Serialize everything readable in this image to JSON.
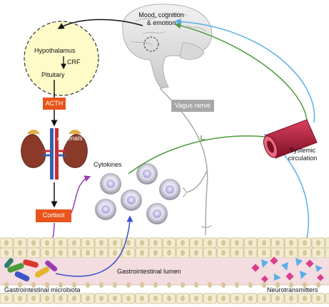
{
  "labels": {
    "brain": "Mood, cognition\n& emotion",
    "hypothalamus": "Hypothalamus",
    "crf": "CRF",
    "pituitary": "Pituitary",
    "acth": "ACTH",
    "adrenals": "Adrenals",
    "cortisol": "Cortisol",
    "cytokines": "Cytokines",
    "vagus_nerve": "Vagus nerve",
    "systemic_circulation": "Systemic\ncirculation",
    "gi_lumen": "Gastrointestinal lumen",
    "gi_microbiota": "Gastrointestinal microbiota",
    "neurotransmitters": "Neurotransmitters"
  },
  "colors": {
    "hpa_box": "#e8541b",
    "vagus_box": "#a8a8a8",
    "hypothalamus_fill": "#fffbc9",
    "cytokine_path": "#4c9a3d",
    "neurotransmitter_path": "#5aaee8",
    "microbiota_path": "#3b54c9",
    "cortisol_path": "#9a3cb0",
    "vessel": "#b0173a",
    "intestine_cell": "#f4ecd0",
    "lumen": "#f3dde0"
  }
}
